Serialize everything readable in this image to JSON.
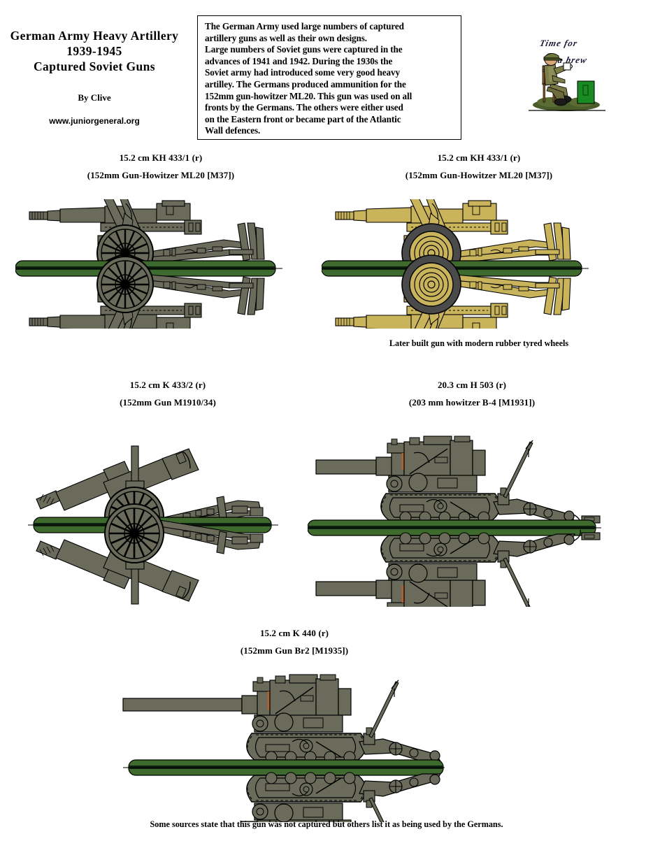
{
  "header": {
    "title_lines": [
      "German Army Heavy Artillery",
      "1939-1945",
      "Captured  Soviet Guns"
    ],
    "byline": "By Clive",
    "website": "www.juniorgeneral.org"
  },
  "description": {
    "text": "The German Army used large numbers of captured artillery guns as well as their own designs. Large numbers of Soviet guns were captured in the advances of 1941 and 1942. During the 1930s the Soviet army had introduced some very good heavy artilley. The Germans produced ammunition for the 152mm gun-howitzer ML20. This gun was used on all fronts by the Germans. The others were either used on the Eastern front or became part of the Atlantic Wall defences.",
    "lines": [
      "The German Army used large numbers of captured",
      "artillery guns as well as their own designs.",
      "Large numbers of Soviet guns were captured in the",
      "advances of 1941 and 1942. During the 1930s the",
      "Soviet army had introduced some very good heavy",
      "artilley. The Germans produced ammunition for the",
      "152mm gun-howitzer ML20. This gun was used on all",
      "fronts by the Germans. The others were either used",
      "on the Eastern front or became part of the Atlantic",
      "Wall defences."
    ]
  },
  "brew": {
    "line1": "Time for",
    "line2": "a brew"
  },
  "figures": [
    {
      "id": "kh-433-1-green",
      "caption_line1": "15.2 cm KH 433/1 (r)",
      "caption_line2": "(152mm Gun-Howitzer ML20 [M37])",
      "note": "",
      "body_color": "#6b6b5c",
      "wheel_style": "spoked",
      "kind": "wheeled"
    },
    {
      "id": "kh-433-1-tan",
      "caption_line1": "15.2 cm KH 433/1 (r)",
      "caption_line2": "(152mm Gun-Howitzer ML20 [M37])",
      "note": "Later built gun with modern rubber tyred wheels",
      "body_color": "#c9b45c",
      "wheel_style": "rubber-tyred",
      "kind": "wheeled"
    },
    {
      "id": "k-433-2",
      "caption_line1": "15.2 cm K 433/2 (r)",
      "caption_line2": "(152mm Gun M1910/34)",
      "note": "",
      "body_color": "#6b6b5c",
      "wheel_style": "spoked",
      "kind": "wheeled-elevated"
    },
    {
      "id": "h-503",
      "caption_line1": "20.3 cm H 503 (r)",
      "caption_line2": "(203 mm howitzer B-4 [M1931])",
      "note": "",
      "body_color": "#6b6b5c",
      "wheel_style": "tracked",
      "kind": "tracked"
    },
    {
      "id": "k-440",
      "caption_line1": "15.2 cm K 440 (r)",
      "caption_line2": "(152mm Gun Br2 [M1935])",
      "note": "",
      "body_color": "#6b6b5c",
      "wheel_style": "tracked",
      "kind": "tracked"
    }
  ],
  "footer": {
    "note": "Some sources state that this gun was not captured but others list it as being used by the Germans."
  },
  "colors": {
    "base_green": "#3e6b2d",
    "base_green_dark": "#0f2410",
    "gun_gray": "#6b6b5c",
    "gun_tan": "#c9b45c",
    "tyre_dark": "#4a4a4a",
    "outline": "#000000",
    "page_background": "#ffffff",
    "brew_ink": "#1a1a3a"
  }
}
